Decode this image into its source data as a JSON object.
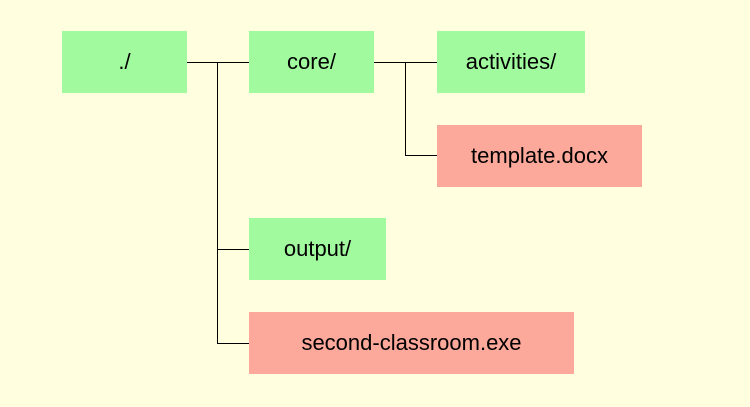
{
  "colors": {
    "background": "#ffffe0",
    "directory": "#a2fa9f",
    "file": "#fca89a",
    "connector": "#000000"
  },
  "tree": {
    "root": {
      "label": "./",
      "kind": "directory"
    },
    "core": {
      "label": "core/",
      "kind": "directory"
    },
    "activities": {
      "label": "activities/",
      "kind": "directory"
    },
    "template": {
      "label": "template.docx",
      "kind": "file"
    },
    "output": {
      "label": "output/",
      "kind": "directory"
    },
    "exe": {
      "label": "second-classroom.exe",
      "kind": "file"
    }
  }
}
